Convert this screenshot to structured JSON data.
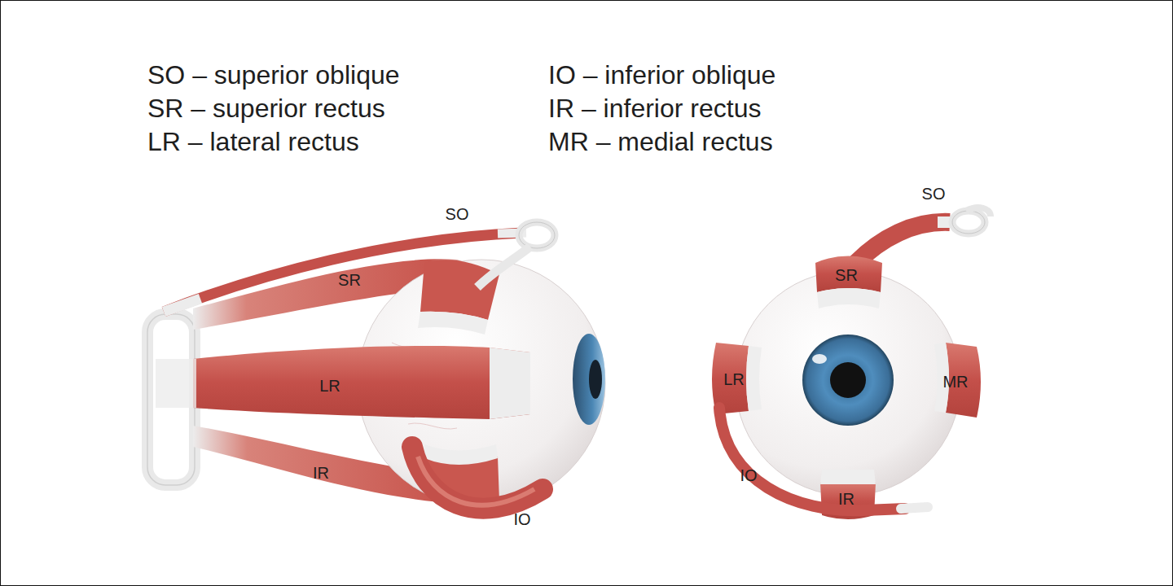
{
  "diagram": {
    "labels": [
      "SO – superior oblique",
      "IO – inferior oblique",
      "SR – superior rectus",
      "IR – inferior rectus",
      "LR – lateral rectus",
      "MR – medial rectus",
      "SO",
      "SR",
      "LR",
      "IR",
      "IO",
      "SO",
      "SR",
      "LR",
      "MR",
      "IO",
      "IR"
    ]
  }
}
